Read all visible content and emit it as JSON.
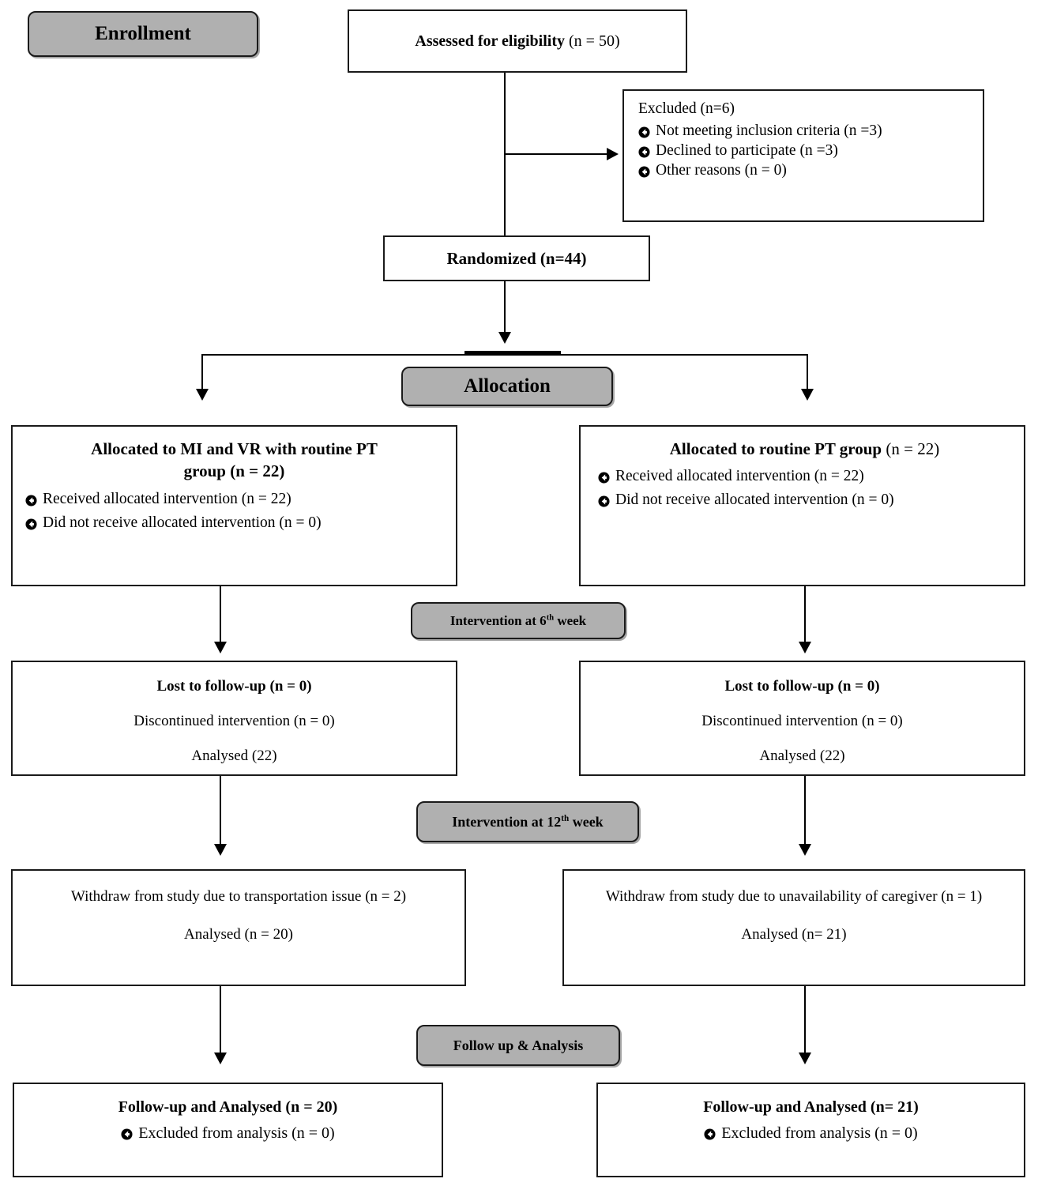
{
  "diagram": {
    "title": "CONSORT participant flow diagram",
    "colors": {
      "badge_fill": "#b0b0b0",
      "box_border": "#1a1a1a",
      "background": "#ffffff",
      "text": "#000000"
    },
    "bullet_icon": "circle-left-arrow-icon"
  },
  "stages": {
    "enrollment_label": "Enrollment",
    "allocation_label": "Allocation",
    "intervention_6th_label_pre": "Intervention at 6",
    "intervention_6th_sup": "th",
    "intervention_6th_label_post": " week",
    "intervention_12th_label_pre": "Intervention at 12",
    "intervention_12th_sup": "th",
    "intervention_12th_label_post": " week",
    "followup_analysis_label": "Follow up & Analysis"
  },
  "boxes": {
    "assessed": {
      "bold_text": "Assessed for eligibility",
      "normal_text": " (n = 50)"
    },
    "excluded": {
      "heading": "Excluded (n=6)",
      "items": [
        "Not meeting inclusion criteria (n =3)",
        "Declined to participate (n =3)",
        "Other reasons (n = 0)"
      ]
    },
    "randomized": {
      "text": "Randomized (n=44)"
    },
    "allocated_left": {
      "heading_line1": "Allocated to MI and VR with routine PT",
      "heading_line2_bold": "group",
      "heading_line2_normal": " (n = 22)",
      "items": [
        "Received allocated intervention (n = 22)",
        "Did not receive allocated intervention (n = 0)"
      ]
    },
    "allocated_right": {
      "heading_bold": "Allocated to routine PT group",
      "heading_normal": " (n = 22)",
      "items": [
        "Received allocated intervention (n = 22)",
        "Did not receive allocated intervention (n = 0)"
      ]
    },
    "lost_left": {
      "heading": "Lost to follow-up (n = 0)",
      "lines": [
        "Discontinued intervention (n = 0)",
        "Analysed (22)"
      ]
    },
    "lost_right": {
      "heading": "Lost to follow-up (n = 0)",
      "lines": [
        "Discontinued intervention (n = 0)",
        "Analysed (22)"
      ]
    },
    "withdraw_left": {
      "lines": [
        "Withdraw from study due to transportation issue (n = 2)",
        "Analysed (n = 20)"
      ]
    },
    "withdraw_right": {
      "lines": [
        "Withdraw from study due to unavailability of caregiver (n = 1)",
        "Analysed (n= 21)"
      ]
    },
    "final_left": {
      "heading": "Follow-up and Analysed (n = 20)",
      "items": [
        "Excluded from analysis (n = 0)"
      ]
    },
    "final_right": {
      "heading": "Follow-up and Analysed (n= 21)",
      "items": [
        "Excluded from analysis (n = 0)"
      ]
    }
  }
}
